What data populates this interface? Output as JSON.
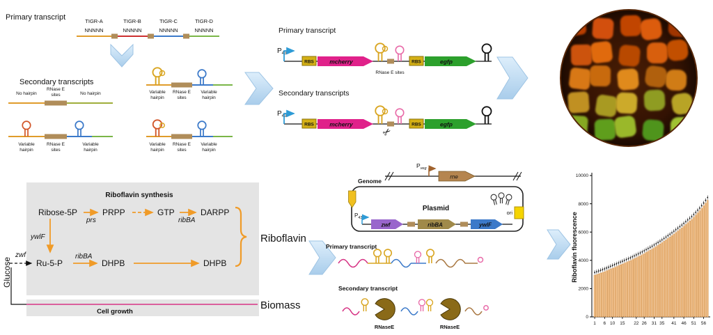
{
  "tigr_panel": {
    "primary_label": "Primary transcript",
    "secondary_label": "Secondary transcripts",
    "tigrs": [
      {
        "name": "TIGR-A",
        "seq": "NNNNN"
      },
      {
        "name": "TIGR-B",
        "seq": "NNNNN"
      },
      {
        "name": "TIGR-C",
        "seq": "NNNNN"
      },
      {
        "name": "TIGR-D",
        "seq": "NNNNN"
      }
    ],
    "no_hairpin": "No hairpin",
    "variable": "Variable",
    "hairpin": "hairpin",
    "rnase_e": "RNase E",
    "sites": "sites"
  },
  "reporter_panel": {
    "primary_label": "Primary transcript",
    "secondary_label": "Secondary transcripts",
    "p": "P",
    "p_sub": "43",
    "rbs": "RBS",
    "mcherry": "mcherry",
    "egfp": "egfp",
    "rnase_sites": "RNase E sites"
  },
  "pathway_panel": {
    "title": "Riboflavin synthesis",
    "glucose": "Glucose",
    "ribose5p": "Ribose-5P",
    "prpp": "PRPP",
    "gtp": "GTP",
    "darpp": "DARPP",
    "ru5p": "Ru-5-P",
    "dhpb_a": "DHPB",
    "dhpb_b": "DHPB",
    "prs": "prs",
    "ribba_top": "ribBA",
    "ribba_bottom": "ribBA",
    "ywlf": "ywlF",
    "zwf": "zwf",
    "riboflavin": "Riboflavin",
    "cell_growth": "Cell growth",
    "biomass": "Biomass"
  },
  "plasmid_panel": {
    "genome": "Genome",
    "p": "P",
    "pveg_sub": "veg",
    "rne": "rne",
    "plasmid": "Plasmid",
    "ori": "ori",
    "p43": "P",
    "p43_sub": "43",
    "zwf": "zwf",
    "ribba": "ribBA",
    "ywlf": "ywlF",
    "primary_label": "Primary transcript",
    "secondary_label": "Secondary transcript",
    "rnase_a": "RNaseE",
    "rnase_b": "RNaseE"
  },
  "plate": {
    "colony_colors": [
      [
        "#b83c05",
        "#d2500a",
        "#c14406",
        "#dc5c0c",
        "#a03404"
      ],
      [
        "#cc5208",
        "#e06a10",
        "#b84a06",
        "#d85e0e",
        "#c25006"
      ],
      [
        "#d87812",
        "#c86a0e",
        "#e08a1a",
        "#b06008",
        "#d07c14"
      ],
      [
        "#c09020",
        "#a89a24",
        "#ccaa2a",
        "#8f9c22",
        "#b8a428"
      ],
      [
        "#86a822",
        "#5f9e1c",
        "#9ab82a",
        "#4f941a",
        "#a0c232"
      ]
    ]
  },
  "chart_data": {
    "type": "bar",
    "title": "",
    "ylabel": "Riboflavin fluorescence",
    "xlabel": "",
    "ylim": [
      0,
      10000
    ],
    "yticks": [
      0,
      2000,
      4000,
      6000,
      8000,
      10000
    ],
    "xtick_labels": [
      "1",
      "6",
      "10",
      "15",
      "22",
      "26",
      "31",
      "35",
      "41",
      "46",
      "51",
      "56"
    ],
    "xtick_indices": [
      0,
      5,
      9,
      14,
      21,
      25,
      30,
      34,
      40,
      45,
      50,
      55
    ],
    "bar_color": "#f2c18c",
    "bar_edge": "#c87d2a",
    "grid": false,
    "values": [
      2950,
      3000,
      3050,
      3100,
      3150,
      3200,
      3260,
      3320,
      3380,
      3440,
      3500,
      3560,
      3620,
      3680,
      3740,
      3800,
      3860,
      3920,
      3980,
      4050,
      4120,
      4190,
      4260,
      4330,
      4400,
      4480,
      4560,
      4640,
      4720,
      4800,
      4890,
      4980,
      5070,
      5160,
      5250,
      5350,
      5450,
      5550,
      5650,
      5750,
      5860,
      5970,
      6080,
      6190,
      6300,
      6420,
      6540,
      6660,
      6780,
      6900,
      7050,
      7200,
      7350,
      7500,
      7680,
      7860,
      8050,
      8250
    ]
  }
}
